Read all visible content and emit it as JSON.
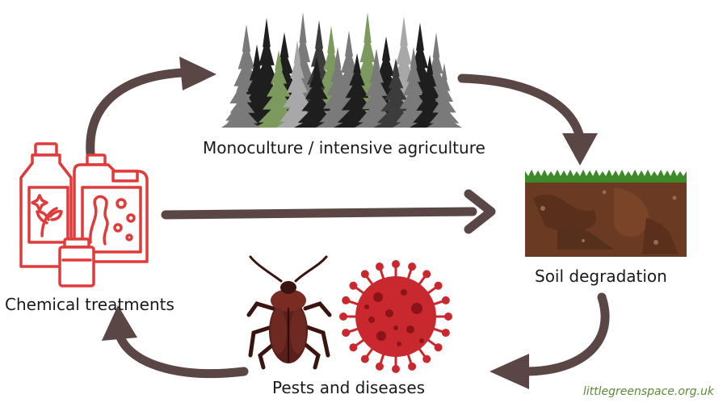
{
  "nodes": {
    "monoculture": "Monoculture / intensive agriculture",
    "soil": "Soil degradation",
    "pests": "Pests and diseases",
    "chemicals": "Chemical treatments"
  },
  "credit": "littlegreenspace.org.uk",
  "colors": {
    "arrow": "#5b4646",
    "chemical_icon": "#e03a3a",
    "soil_brown": "#6b3a22",
    "grass": "#3e8a2a",
    "virus_red": "#c8282e",
    "cockroach": "#5a1f1a",
    "tree_dark": "#1e1e1e",
    "tree_gray": "#7a7a7a",
    "tree_green": "#7d9a5e",
    "credit_text": "#5e8a3a"
  },
  "icons": {
    "monoculture": "conifer-forest-icon",
    "soil": "soil-layer-icon",
    "pests": [
      "cockroach-icon",
      "virus-icon"
    ],
    "chemicals": "chemical-bottles-icon"
  }
}
